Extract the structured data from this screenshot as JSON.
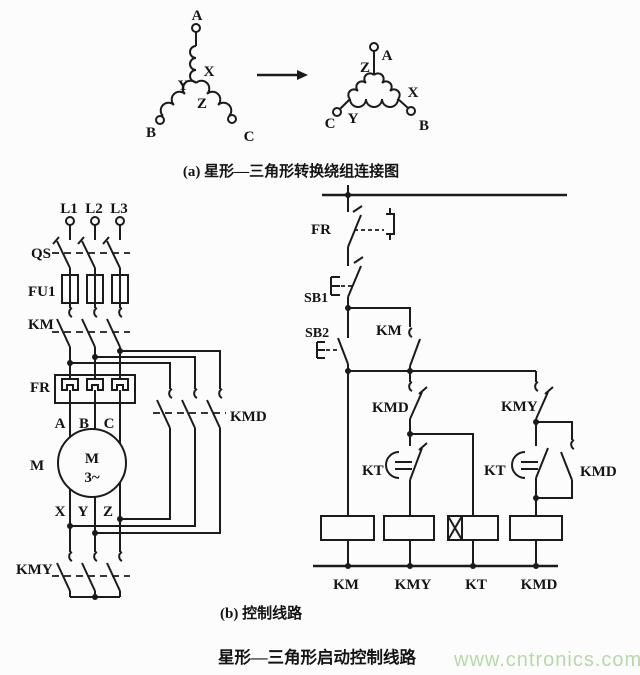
{
  "colors": {
    "background": "#fcfcfc",
    "line": "#1b1b1b",
    "text": "#141414",
    "watermark": "#b6d9a9"
  },
  "section_a": {
    "caption": "(a) 星形—三角形转换绕组连接图",
    "star": {
      "A": "A",
      "B": "B",
      "C": "C",
      "X": "X",
      "Y": "Y",
      "Z": "Z"
    },
    "delta": {
      "A": "A",
      "B": "B",
      "C": "C",
      "X": "X",
      "Y": "Y",
      "Z": "Z"
    }
  },
  "main": {
    "L1": "L1",
    "L2": "L2",
    "L3": "L3",
    "QS": "QS",
    "FU1": "FU1",
    "KM": "KM",
    "FR": "FR",
    "A": "A",
    "B": "B",
    "C": "C",
    "M_out": "M",
    "M_in": "M",
    "phase": "3~",
    "X": "X",
    "Y": "Y",
    "Z": "Z",
    "KMY": "KMY",
    "KMD": "KMD"
  },
  "ctrl": {
    "FR": "FR",
    "SB1": "SB1",
    "SB2": "SB2",
    "KM_contact": "KM",
    "KMD_nc": "KMD",
    "KMY_nc": "KMY",
    "KT_left": "KT",
    "KT_right": "KT",
    "KMD_aux": "KMD",
    "coils": {
      "KM": "KM",
      "KMY": "KMY",
      "KT": "KT",
      "KMD": "KMD"
    }
  },
  "captions": {
    "b": "(b) 控制线路",
    "title": "星形—三角形启动控制线路",
    "watermark": "www.cntronics.com"
  }
}
